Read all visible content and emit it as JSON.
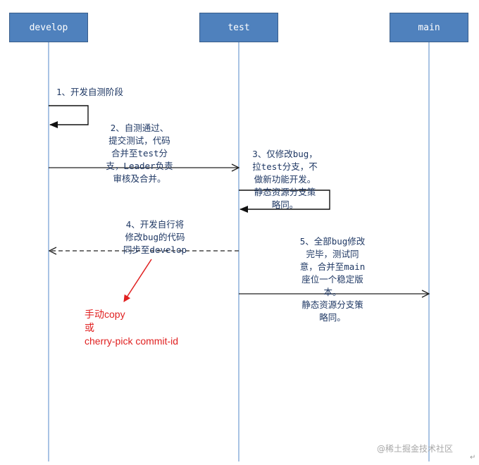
{
  "lanes": {
    "develop": "develop",
    "test": "test",
    "main": "main"
  },
  "steps": {
    "s1": "1、开发自测阶段",
    "s2": "2、自测通过、\n提交测试，代码\n合并至test分\n支，Leader负责\n审核及合并。",
    "s3": "3、仅修改bug，\n拉test分支，不\n做新功能开发。\n静态资源分支策\n略同。",
    "s4": "4、开发自行将\n修改bug的代码\n同步至develop",
    "s5": "5、全部bug修改\n完毕，测试同\n意，合并至main\n座位一个稳定版\n本。\n静态资源分支策\n略同。"
  },
  "annotation": "手动copy\n或\ncherry-pick commit-id",
  "watermark": "@稀土掘金技术社区",
  "return_mark": "↵",
  "colors": {
    "lane_box": "#4f81bd",
    "lifeline": "#7ba3d6",
    "arrow": "#222222",
    "annotation": "#e02020"
  }
}
